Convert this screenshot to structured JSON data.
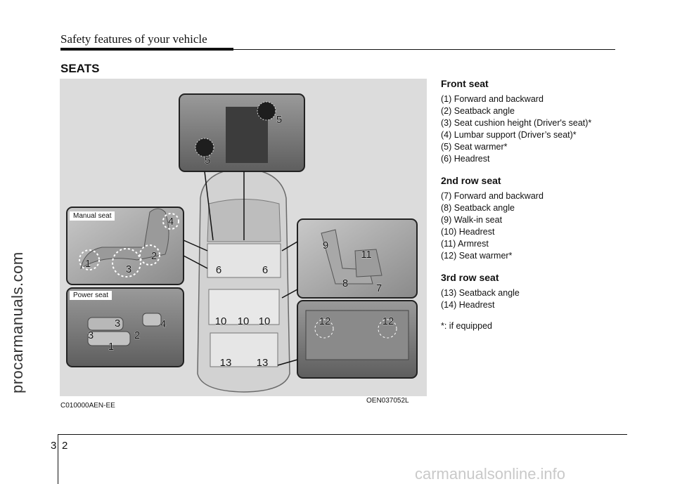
{
  "header": {
    "title": "Safety features of your vehicle"
  },
  "section": {
    "title": "SEATS"
  },
  "figure": {
    "manual_label": "Manual seat",
    "power_label": "Power seat",
    "image_code": "OEN037052L",
    "numbers": {
      "n1": "1",
      "n2": "2",
      "n3": "3",
      "n4": "4",
      "n5": "5",
      "n6": "6",
      "n7": "7",
      "n8": "8",
      "n9": "9",
      "n10": "10",
      "n11": "11",
      "n12": "12",
      "n13": "13"
    }
  },
  "doc_code": "C010000AEN-EE",
  "front_seat": {
    "title": "Front seat",
    "items": [
      "(1) Forward and backward",
      "(2) Seatback angle",
      "(3) Seat cushion height (Driver's seat)*",
      "(4) Lumbar support (Driver’s seat)*",
      "(5) Seat warmer*",
      "(6) Headrest"
    ]
  },
  "second_row": {
    "title": "2nd row seat",
    "items": [
      "(7) Forward and backward",
      "(8) Seatback angle",
      "(9) Walk-in seat",
      "(10) Headrest",
      "(11) Armrest",
      "(12) Seat warmer*"
    ]
  },
  "third_row": {
    "title": "3rd row seat",
    "items": [
      "(13) Seatback angle",
      "(14) Headrest"
    ]
  },
  "footnote": "*: if equipped",
  "page": {
    "chapter": "3",
    "number": "2"
  },
  "watermarks": {
    "side": "procarmanuals.com",
    "bottom": "carmanualsonline.info"
  }
}
